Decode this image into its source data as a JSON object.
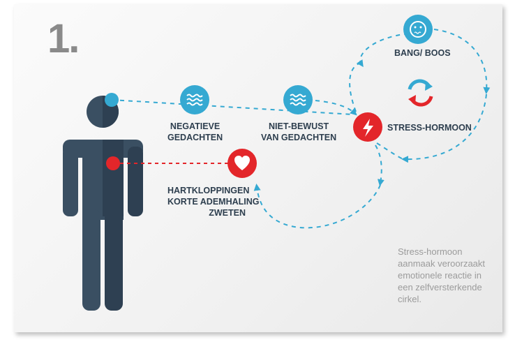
{
  "step_number": "1.",
  "labels": {
    "negatieve": [
      "NEGATIEVE",
      "GEDACHTEN"
    ],
    "niet_bewust": [
      "NIET-BEWUST",
      "VAN GEDACHTEN"
    ],
    "bang_boos": "BANG/ BOOS",
    "stress_hormoon": "STRESS-HORMOON",
    "symptoms": [
      "HARTKLOPPINGEN",
      "KORTE ADEMHALING",
      "ZWETEN"
    ]
  },
  "note": [
    "Stress-hormoon",
    "aanmaak veroorzaakt",
    "emotionele reactie in",
    "een zelfversterkende",
    "cirkel."
  ],
  "colors": {
    "accent_blue": "#35a9d2",
    "alert_red": "#e3262a",
    "figure_dark": "#3a4f62",
    "figure_darker": "#2e4052"
  },
  "icons": [
    "wave-icon",
    "wave-icon",
    "worried-face-icon",
    "cycle-icon",
    "lightning-icon",
    "heart-icon"
  ]
}
